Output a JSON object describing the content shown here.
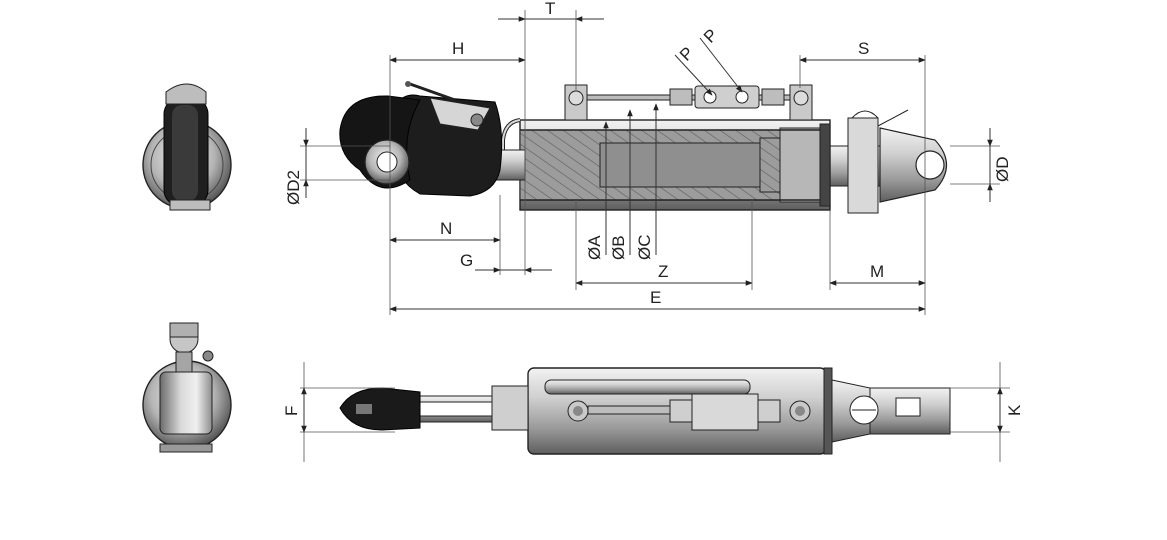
{
  "labels": {
    "T": "T",
    "H": "H",
    "P1": "P",
    "P2": "P",
    "S": "S",
    "D2": "ØD2",
    "D": "ØD",
    "A": "ØA",
    "B": "ØB",
    "C": "ØC",
    "N": "N",
    "G": "G",
    "Z": "Z",
    "M": "M",
    "E": "E",
    "F": "F",
    "K": "K"
  },
  "colors": {
    "steel_light": "#d6d6d6",
    "steel_dark": "#8a8a8a",
    "hook_black": "#1c1c1c",
    "section_fill": "#9a9a9a",
    "line": "#222222"
  }
}
